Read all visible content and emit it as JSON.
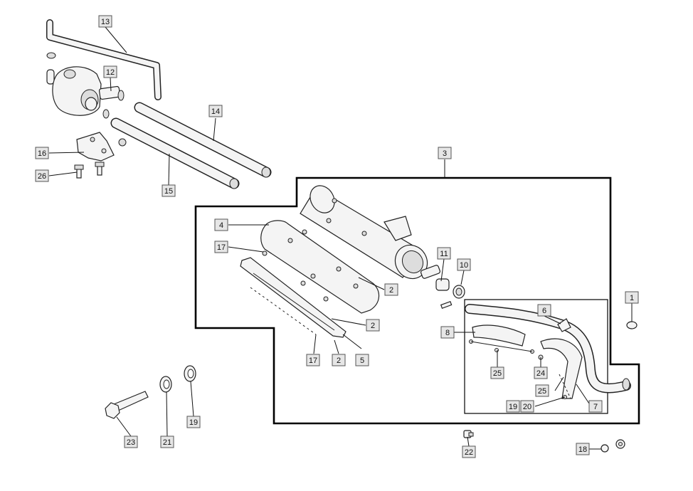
{
  "callouts": {
    "c1": "1",
    "c2a": "2",
    "c2b": "2",
    "c2c": "2",
    "c3": "3",
    "c4": "4",
    "c5": "5",
    "c6": "6",
    "c7": "7",
    "c8": "8",
    "c10": "10",
    "c11": "11",
    "c12": "12",
    "c13": "13",
    "c14": "14",
    "c15": "15",
    "c16": "16",
    "c17a": "17",
    "c17b": "17",
    "c18": "18",
    "c19a": "19",
    "c19b": "19",
    "c20": "20",
    "c21": "21",
    "c22": "22",
    "c23": "23",
    "c24": "24",
    "c25a": "25",
    "c25b": "25",
    "c26": "26"
  },
  "icons": {
    "muffler": "muffler-icon",
    "heat_shield": "heat-shield-icon",
    "exhaust_pipe": "exhaust-pipe-icon",
    "air_valve": "air-valve-icon"
  }
}
